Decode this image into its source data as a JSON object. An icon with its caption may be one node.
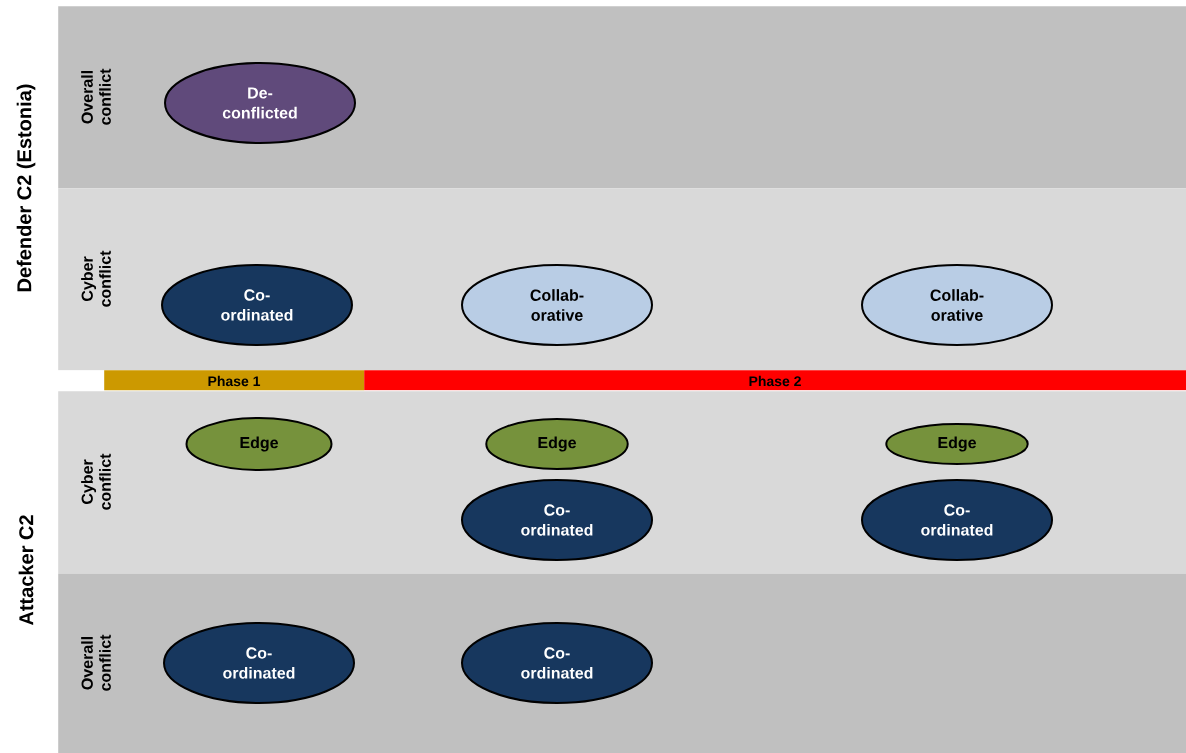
{
  "diagram": {
    "nodes": [
      {
        "text": [
          "Overall conflict"
        ]
      },
      {
        "text": [
          "De- conflicted"
        ],
        "in": 0
      },
      {
        "text": [
          "Cyber conflict"
        ]
      },
      {
        "text": [
          "Co- ordinated"
        ],
        "in": 2
      },
      {
        "text": [
          "Collab- orative"
        ],
        "in": 2
      },
      {
        "text": [
          "Collab- orative"
        ],
        "in": 2
      },
      {
        "text": [
          "Phase 1"
        ]
      },
      {
        "text": [
          "Phase 2"
        ]
      },
      {
        "text": [
          "Cyber conflict"
        ]
      },
      {
        "text": [
          "Edge"
        ],
        "in": 8
      },
      {
        "text": [
          "Edge"
        ],
        "in": 8
      },
      {
        "text": [
          "Co- ordinated"
        ],
        "in": 8
      },
      {
        "text": [
          "Edge"
        ],
        "in": 8
      },
      {
        "text": [
          "Co- ordinated"
        ],
        "in": 8
      },
      {
        "text": [
          "Overall conflict"
        ]
      },
      {
        "text": [
          "Co- ordinated"
        ],
        "in": 14
      },
      {
        "text": [
          "Co- ordinated"
        ],
        "in": 14
      }
    ],
    "edges": [],
    "labels": [
      "Defender C2 (Estonia)",
      "Attacker C2"
    ]
  }
}
